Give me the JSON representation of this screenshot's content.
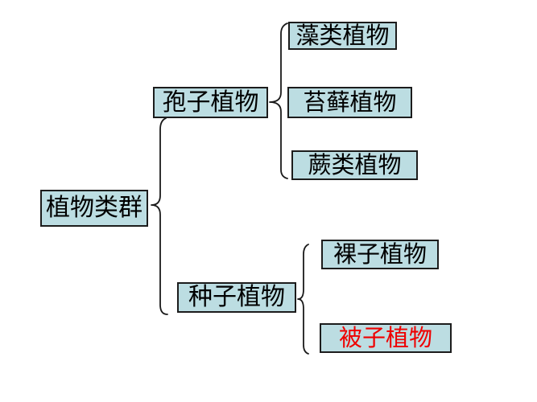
{
  "diagram": {
    "type": "tree",
    "background": "#ffffff",
    "colors": {
      "box_fill": "#bcdde2",
      "box_border": "#1c1c1c",
      "text": "#000000",
      "highlight_text": "#ee0000",
      "brace_stroke": "#1a1a1a"
    },
    "nodes": {
      "root": {
        "label": "植物类群",
        "highlighted": false
      },
      "spore": {
        "label": "孢子植物",
        "highlighted": false
      },
      "seed": {
        "label": "种子植物",
        "highlighted": false
      },
      "algae": {
        "label": "藻类植物",
        "highlighted": false
      },
      "moss": {
        "label": "苔藓植物",
        "highlighted": false
      },
      "fern": {
        "label": "蕨类植物",
        "highlighted": false
      },
      "gymnosperm": {
        "label": "裸子植物",
        "highlighted": false
      },
      "angiosperm": {
        "label": "被子植物",
        "highlighted": true
      }
    },
    "edges": [
      {
        "from": "root",
        "to": [
          "spore",
          "seed"
        ],
        "connector": "curly-brace"
      },
      {
        "from": "spore",
        "to": [
          "algae",
          "moss",
          "fern"
        ],
        "connector": "curly-brace"
      },
      {
        "from": "seed",
        "to": [
          "gymnosperm",
          "angiosperm"
        ],
        "connector": "curly-brace"
      }
    ]
  }
}
